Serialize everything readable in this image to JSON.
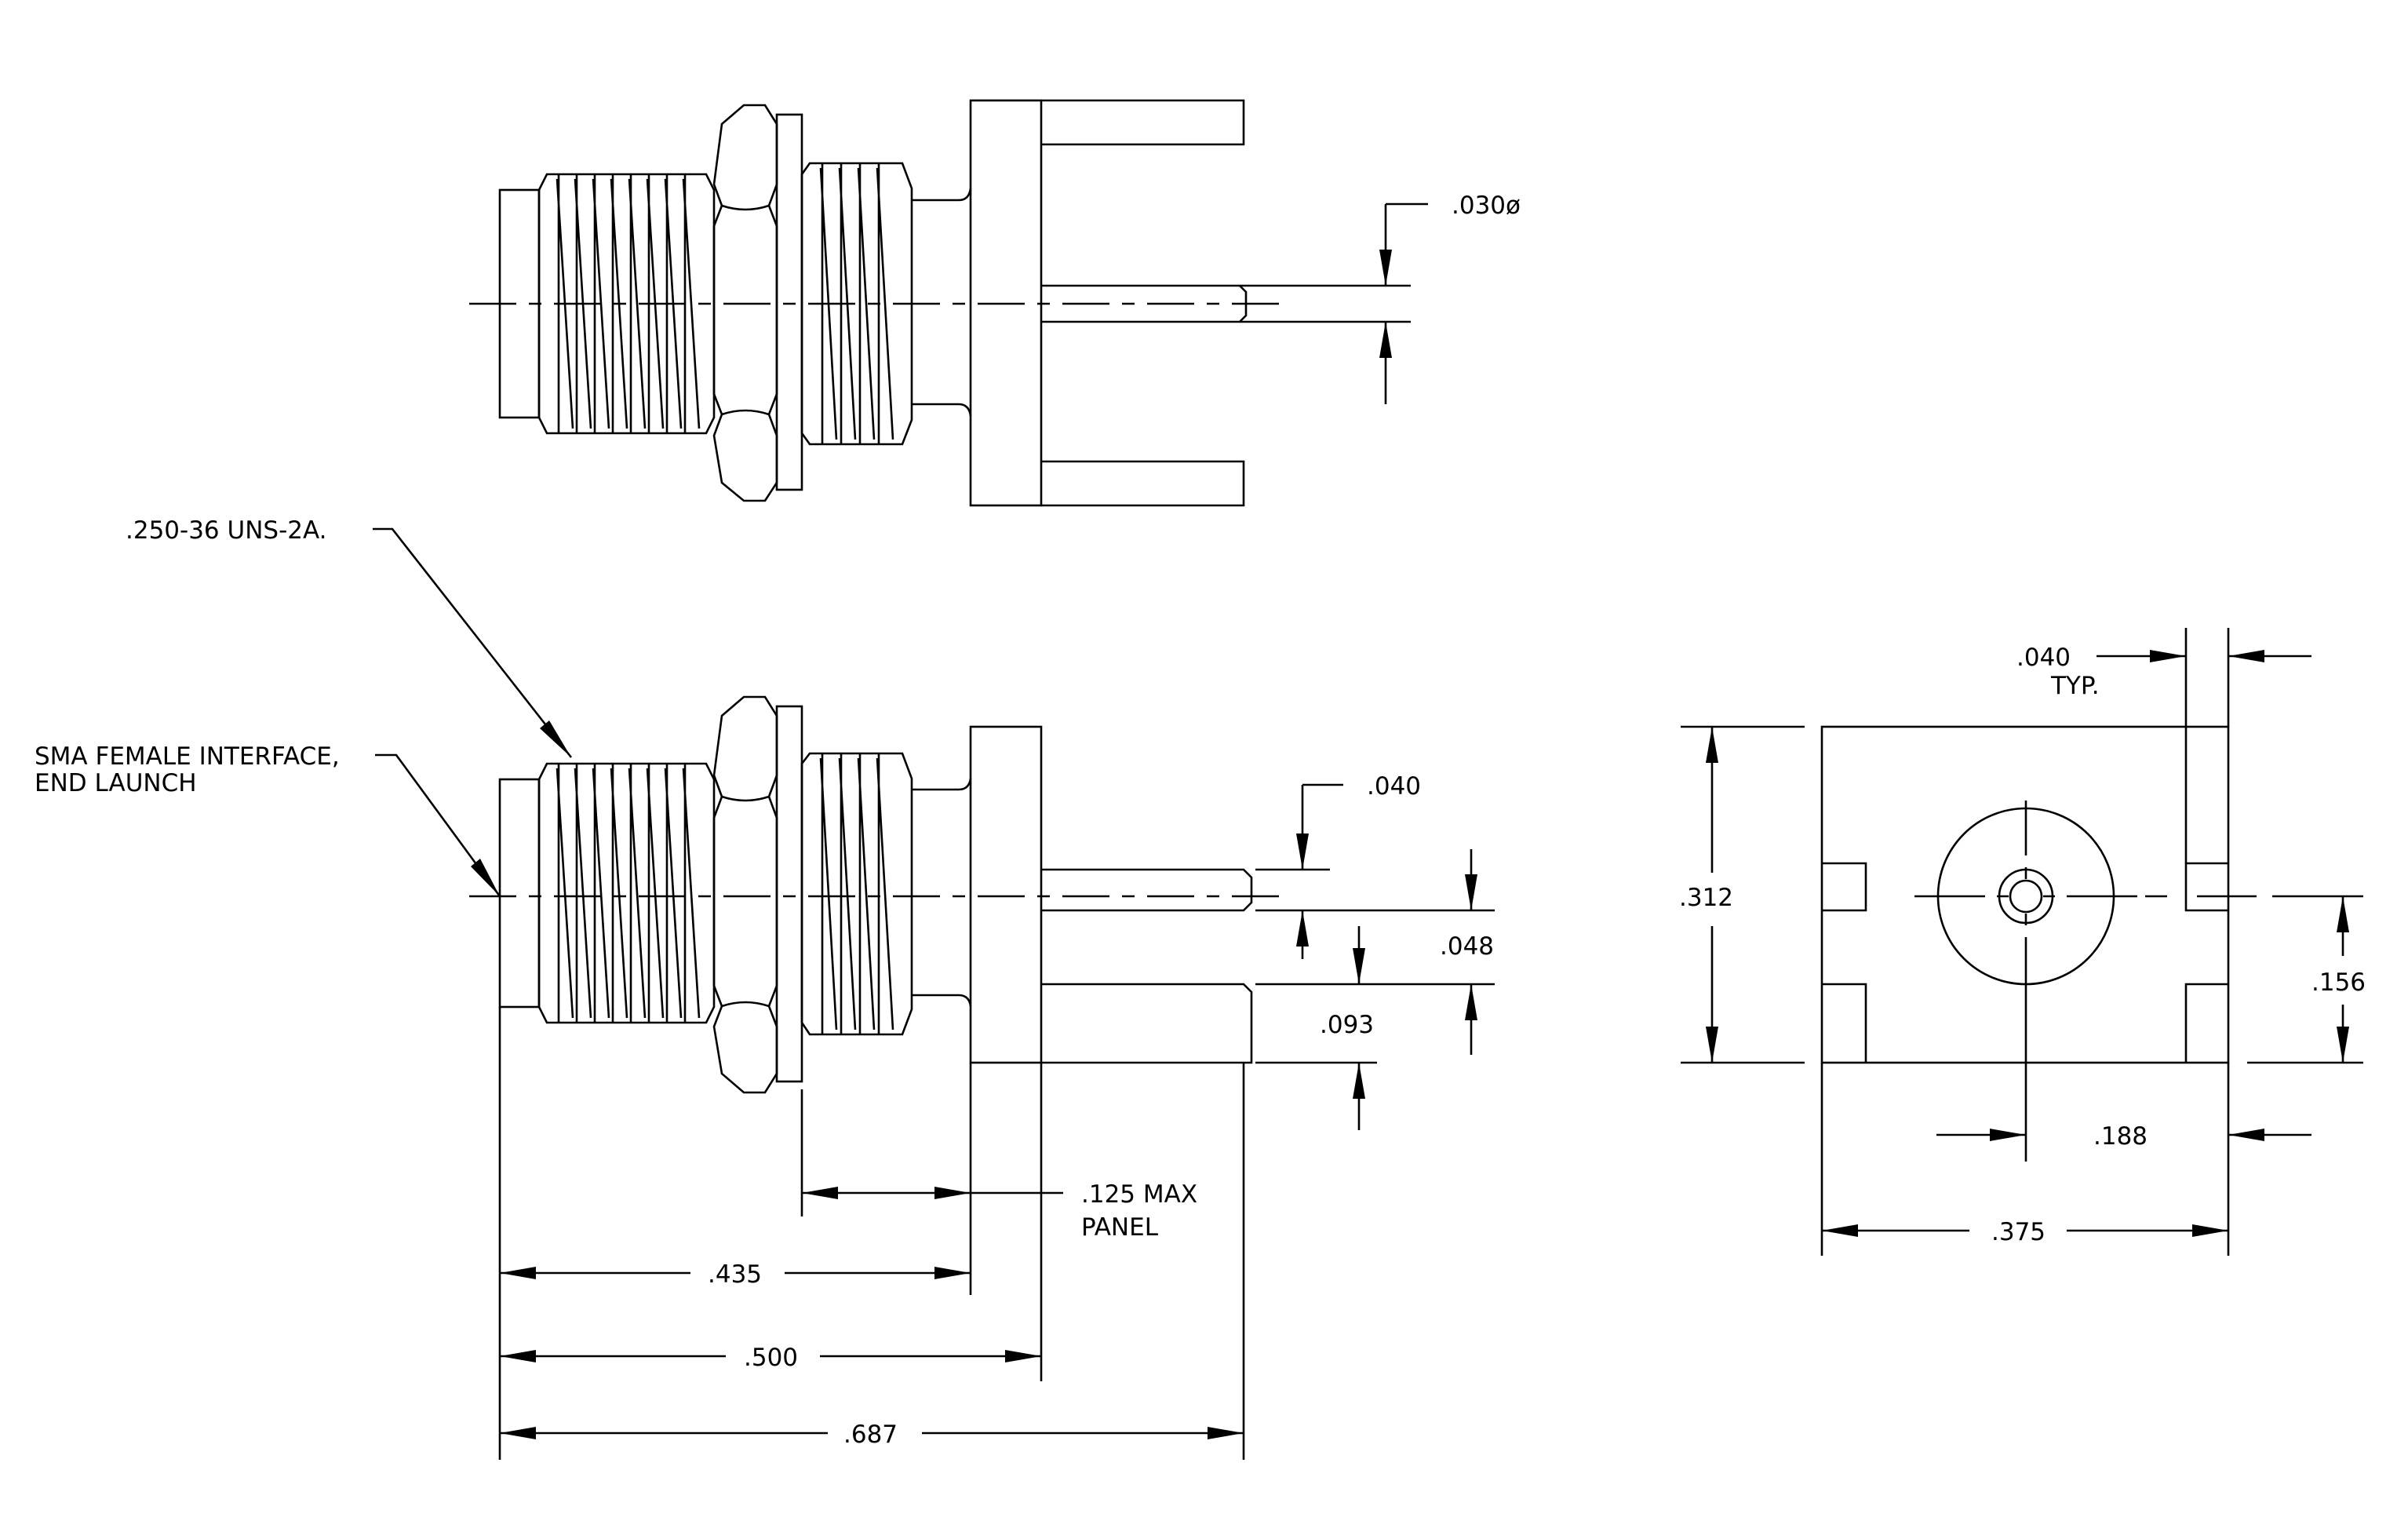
{
  "labels": {
    "pin_diameter": ".030ø",
    "thread_spec": ".250-36 UNS-2A.",
    "interface_line1": "SMA FEMALE INTERFACE,",
    "interface_line2": "END LAUNCH",
    "pin_thickness": ".040",
    "pin_gap": ".048",
    "pin_offset": ".093",
    "panel_line1": ".125 MAX",
    "panel_line2": "PANEL",
    "dim_435": ".435",
    "dim_500": ".500",
    "dim_687": ".687",
    "typ_value": ".040",
    "typ_text": "TYP.",
    "height": ".312",
    "half_height": ".156",
    "half_width": ".188",
    "width": ".375"
  }
}
